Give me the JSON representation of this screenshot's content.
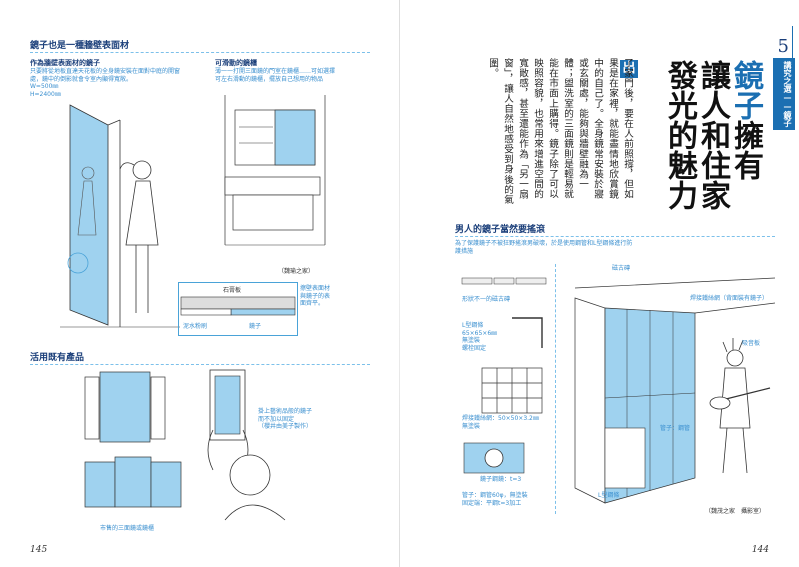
{
  "left": {
    "section1_title": "鏡子也是一種牆壁表面材",
    "fig1_title": "作為牆壁表面材的鏡子",
    "fig1_desc": "只要將從地板直達天花板的全身鏡安裝在面對中庭的開窗處，鏡中的倒影就會令室內顯得寬敞。\nW=500㎜\nH=2400㎜",
    "fig2_title": "可滑動的鏡櫃",
    "fig2_desc": "薄一一打開三面鏡的門室在鏡櫃……可如選擇可左右滑動的鏡櫃，擺放自己想用的物品",
    "credit_yu": "（魏瑜之家）",
    "detail_label1": "石膏板",
    "detail_label2": "泥水粉刷",
    "detail_label3": "鏡子",
    "detail_note": "擦壁表面材\n與鏡子的表\n面齊平。",
    "section2_title": "活用既有產品",
    "mirror_hang_desc": "掛上藝術品般的鏡子\n而不加以固定\n（櫻井由美子製作）",
    "tri_mirror_caption": "市售的三面鏡或鏡櫃",
    "page_number": "145"
  },
  "right": {
    "chapter_number": "5",
    "side_tag": "講究之選——鏡子",
    "title_col1": "鏡子擁有",
    "title_col2": "讓人和住家",
    "title_col3": "發光的魅力",
    "title_accent": "鏡子",
    "dropcap": "出",
    "body_text": "了家門後，要在人前照撐，但如果是在家裡，就能盡情地欣賞鏡中的自己了。全身鏡常安裝於寢或玄關處，能夠與牆壁融為一體；盥洗室的三面鏡則是輕易就能在市面上購得。鏡子除了可以映照容貌，也常用來增進空間的寬敞感，甚至還能作為「另一扇窗」，讓人自然地感受到身後的氣圍。",
    "section_title": "男人的鏡子當然要搖滾",
    "section_intro": "為了保護鏡子不被狂野搖滾男破壞，於是使用鋼管和L型鋼條進行防護措施",
    "labels": {
      "deco_tile": "磁古磚",
      "bar_shape": "形狀不一的磁古磚",
      "angle_steel": "L型鋼條\n65×65×6㎜\n無塗裝\n螺栓固定",
      "mesh": "焊接鐵絲網：50×50×3.2㎜\n無塗裝",
      "mirror_t3": "鏡子鋼鏡：t=3",
      "pipe_note": "管子：鋼管60φ，無塗裝\n固定端：平鋼t=3加工",
      "weld_mesh_mirror": "焊接鐵絲網（背面裝有鏡子）",
      "sound_absorb": "吸音板",
      "pipe_steel": "管子：鋼管",
      "l_steel": "L型鋼條",
      "credit": "（魏茂之家　攝影室）"
    },
    "page_number": "144"
  },
  "colors": {
    "accent": "#1b6fb2",
    "header": "#1b3f7a",
    "mirror": "#9fd2ef"
  }
}
